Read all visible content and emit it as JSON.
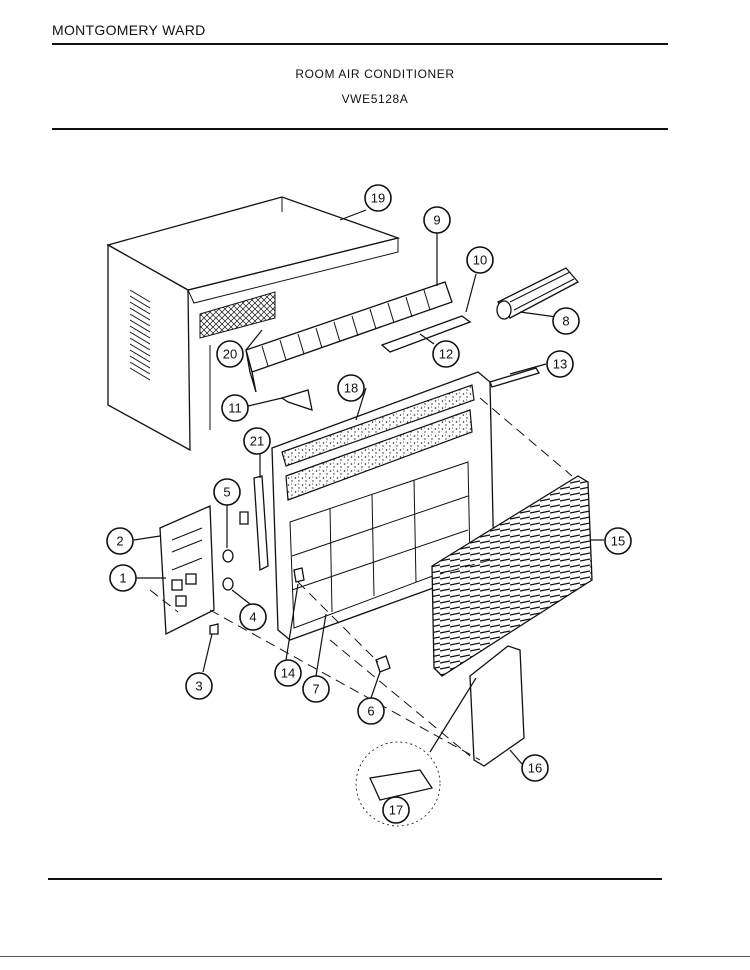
{
  "header": {
    "brand": "MONTGOMERY WARD",
    "title": "ROOM AIR CONDITIONER",
    "model": "VWE5128A"
  },
  "callouts": [
    "1",
    "2",
    "3",
    "4",
    "5",
    "6",
    "7",
    "8",
    "9",
    "10",
    "11",
    "12",
    "13",
    "14",
    "15",
    "16",
    "17",
    "18",
    "19",
    "20",
    "21"
  ]
}
